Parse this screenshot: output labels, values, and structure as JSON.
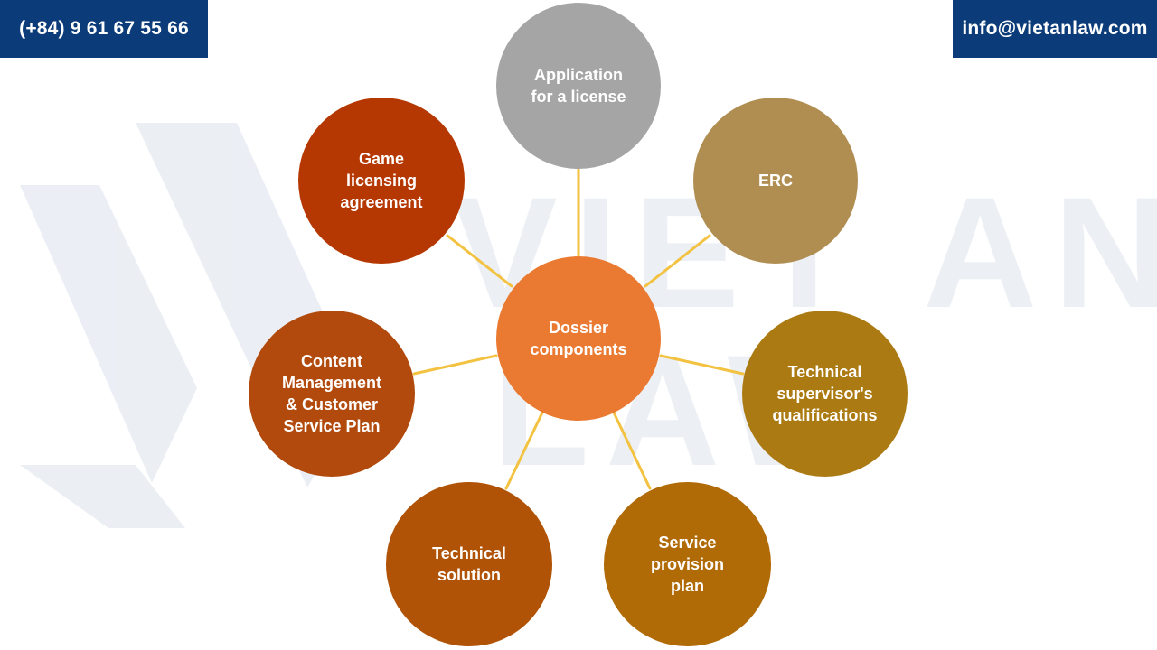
{
  "header": {
    "phone": "(+84) 9 61 67 55 66",
    "email": "info@vietanlaw.com"
  },
  "diagram": {
    "center": {
      "label": "Dossier\ncomponents",
      "color": "#ea7a32"
    },
    "nodes": [
      {
        "key": "application",
        "label": "Application\nfor a license",
        "color": "#a5a5a5"
      },
      {
        "key": "erc",
        "label": "ERC",
        "color": "#b08e52"
      },
      {
        "key": "tech_supervisor",
        "label": "Technical\nsupervisor's\nqualifications",
        "color": "#ab7a12"
      },
      {
        "key": "service_plan",
        "label": "Service\nprovision\nplan",
        "color": "#b06a06"
      },
      {
        "key": "tech_solution",
        "label": "Technical\nsolution",
        "color": "#b05306"
      },
      {
        "key": "content",
        "label": "Content\nManagement\n& Customer\nService Plan",
        "color": "#b14a0c"
      },
      {
        "key": "game",
        "label": "Game\nlicensing\nagreement",
        "color": "#b53802"
      }
    ],
    "connector_color": "#f2c240"
  },
  "watermark": {
    "text_line1": "VIET AN",
    "text_line2": "LAW",
    "color": "#d9dfea"
  }
}
